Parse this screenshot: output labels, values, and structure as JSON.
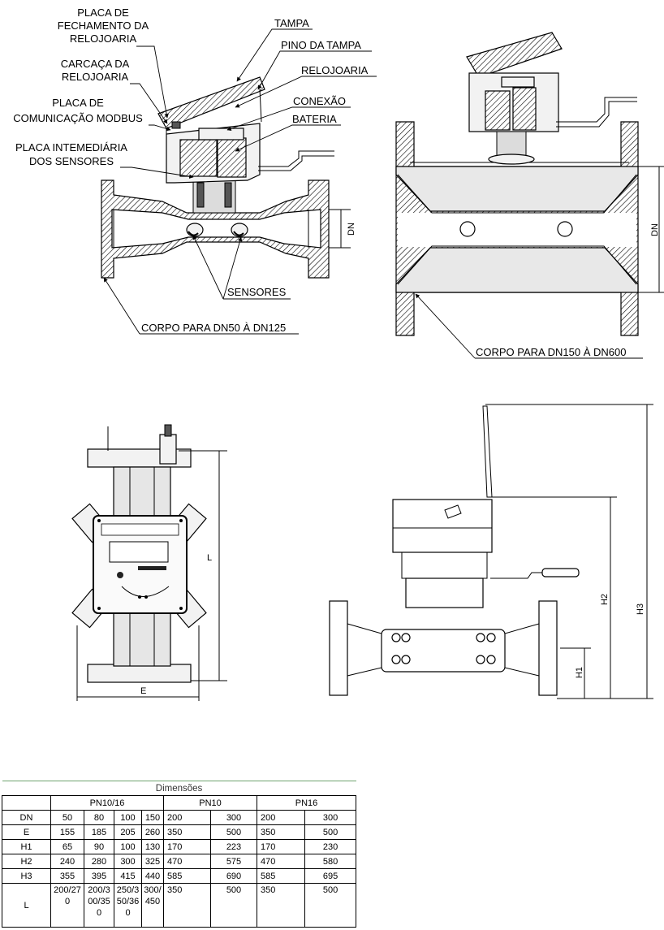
{
  "labels": {
    "placa_fechamento": [
      "PLACA DE",
      "FECHAMENTO DA",
      "RELOJOARIA"
    ],
    "tampa": "TAMPA",
    "pino_tampa": "PINO DA TAMPA",
    "relojoaria": "RELOJOARIA",
    "carcaca": [
      "CARCAÇA DA",
      "RELOJOARIA"
    ],
    "placa_comunicacao": [
      "PLACA DE",
      "COMUNICAÇÃO MODBUS"
    ],
    "conexao": "CONEXÃO",
    "bateria": "BATERIA",
    "placa_intermediaria": [
      "PLACA INTEMEDIÁRIA",
      "DOS SENSORES"
    ],
    "sensores": "SENSORES",
    "corpo_small": "CORPO PARA DN50 À DN125",
    "corpo_large": "CORPO PARA DN150 À DN600",
    "dn_left": "DN",
    "dn_right": "DN",
    "dim_L": "L",
    "dim_E": "E",
    "dim_H1": "H1",
    "dim_H2": "H2",
    "dim_H3": "H3"
  },
  "table": {
    "title": "Dimensões",
    "groups": [
      "PN10/16",
      "PN10",
      "PN16"
    ],
    "rows": [
      {
        "label": "DN",
        "values": [
          "50",
          "80",
          "100",
          "150",
          "200",
          "300",
          "200",
          "300"
        ]
      },
      {
        "label": "E",
        "values": [
          "155",
          "185",
          "205",
          "260",
          "350",
          "500",
          "350",
          "500"
        ]
      },
      {
        "label": "H1",
        "values": [
          "65",
          "90",
          "100",
          "130",
          "170",
          "223",
          "170",
          "230"
        ]
      },
      {
        "label": "H2",
        "values": [
          "240",
          "280",
          "300",
          "325",
          "470",
          "575",
          "470",
          "580"
        ]
      },
      {
        "label": "H3",
        "values": [
          "355",
          "395",
          "415",
          "440",
          "585",
          "690",
          "585",
          "695"
        ]
      }
    ],
    "l_row": {
      "label": "L",
      "values": [
        "200/270",
        "200/300/350",
        "250/350/360",
        "300/450",
        "350",
        "500",
        "350",
        "500"
      ]
    }
  }
}
